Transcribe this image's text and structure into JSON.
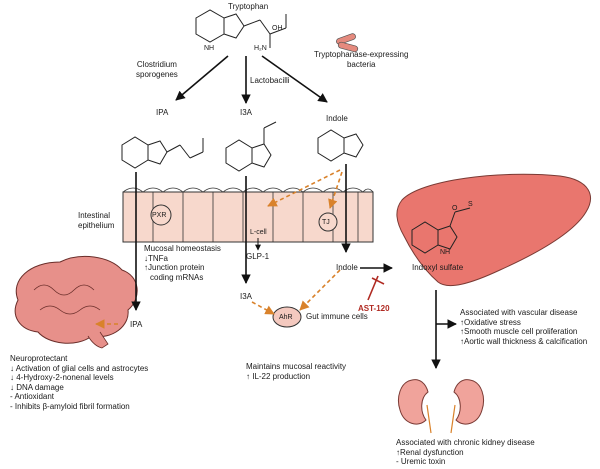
{
  "labels": {
    "tryptophan": "Tryptophan",
    "clostridium_1": "Clostridium",
    "clostridium_2": "sporogenes",
    "lactobacilli": "Lactobacilli",
    "tryptophanase_1": "Tryptophanase-expressing",
    "tryptophanase_2": "bacteria",
    "ipa_top": "IPA",
    "i3a_top": "I3A",
    "indole_top": "Indole",
    "intestinal_1": "Intestinal",
    "intestinal_2": "epithelium",
    "pxr": "PXR",
    "l_cell": "L-cell",
    "tj": "TJ",
    "glp1": "GLP-1",
    "indole_mid": "Indole",
    "indoxyl_sulfate": "Indoxyl sulfate",
    "ast120": "AST-120",
    "i3a_mid": "I3A",
    "ipa_mid": "IPA",
    "ahr": "AhR",
    "gut_immune": "Gut immune cells",
    "nh": "NH",
    "h2n": "H₂N",
    "oh": "OH",
    "o": "O",
    "s": "S"
  },
  "mucosal": {
    "title": "Mucosal homeostasis",
    "lines": [
      "↓TNFa",
      "↑Junction protein",
      "coding mRNAs"
    ]
  },
  "neuro": {
    "title": "Neuroprotectant",
    "lines": [
      "↓ Activation of glial cells and astrocytes",
      "↓ 4-Hydroxy-2-nonenal levels",
      "↓ DNA damage",
      "- Antioxidant",
      "- Inhibits β-amyloid fibril formation"
    ]
  },
  "reactivity": {
    "title": "Maintains mucosal reactivity",
    "lines": [
      "↑ IL-22 production"
    ]
  },
  "vascular": {
    "title": "Associated with vascular disease",
    "lines": [
      "↑Oxidative stress",
      "↑Smooth muscle cell proliferation",
      "↑Aortic wall thickness & calcification"
    ]
  },
  "kidney": {
    "title": "Associated with chronic kidney disease",
    "lines": [
      "↑Renal dysfunction",
      "- Uremic toxin"
    ]
  },
  "colors": {
    "arrow": "#111111",
    "orange": "#d9822b",
    "inhibit": "#b02a22",
    "epithelium": "#f7d8cc",
    "liver": "#e9766e",
    "brain": "#e7908a",
    "kidney": "#f0a39b"
  },
  "icons": [
    "brain-icon",
    "liver-icon",
    "kidney-icon",
    "bacteria-icon"
  ]
}
